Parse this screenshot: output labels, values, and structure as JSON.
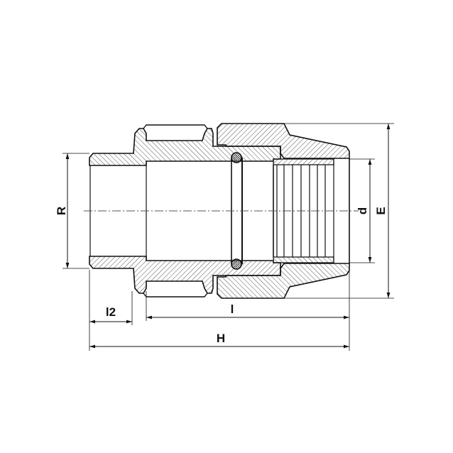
{
  "drawing": {
    "colors": {
      "line": "#111111",
      "hatch": "#555555",
      "background": "#ffffff"
    },
    "dimensions": {
      "thread": "R",
      "outer_diameter": "E",
      "pipe_diameter": "d",
      "thread_length": "l2",
      "insertion_length": "l",
      "overall_length": "H"
    }
  }
}
